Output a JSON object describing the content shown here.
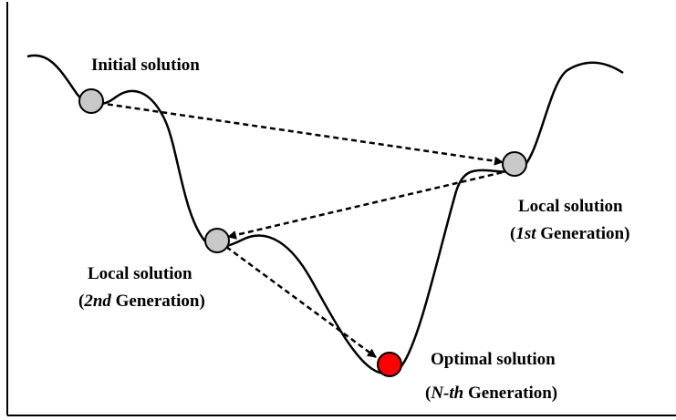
{
  "labels": {
    "initial": "Initial solution",
    "local1": {
      "title": "Local solution",
      "open": "(",
      "gen": "1st",
      "rest": " Generation)"
    },
    "local2": {
      "title": "Local solution",
      "open": "(",
      "gen": "2nd",
      "rest": " Generation)"
    },
    "optimal": {
      "title": "Optimal solution",
      "open": "(",
      "gen": "N-th",
      "rest": " Generation)"
    }
  },
  "colors": {
    "ball_gray": "#c8c8c8",
    "ball_optimal": "#ff0000",
    "stroke": "#000000"
  }
}
